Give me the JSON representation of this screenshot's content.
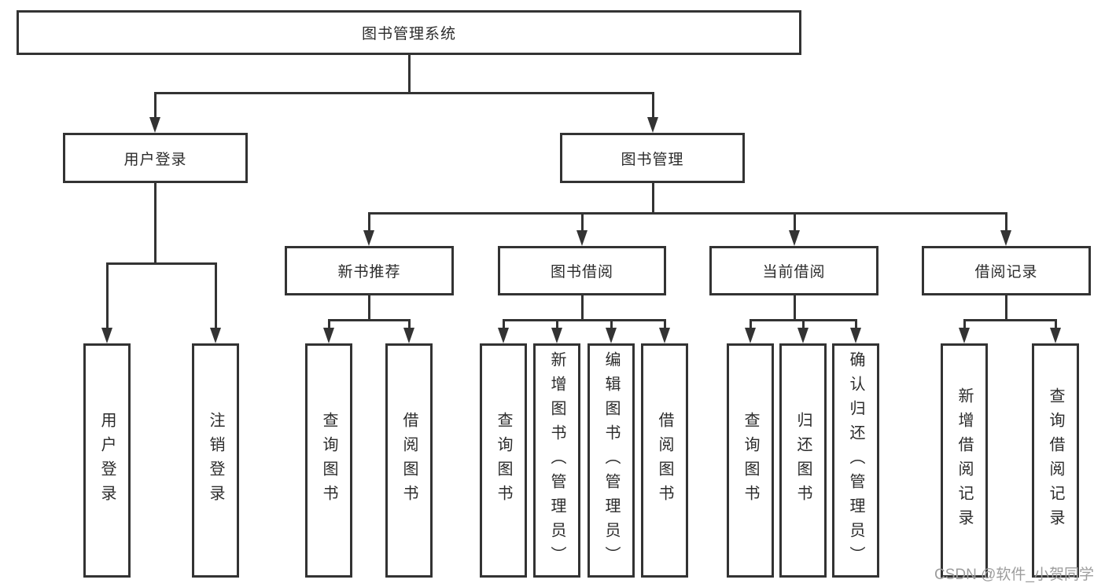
{
  "nodes": {
    "root": "图书管理系统",
    "user_login": "用户登录",
    "book_mgmt": "图书管理",
    "new_book_rec": "新书推荐",
    "book_borrow": "图书借阅",
    "current_borrow": "当前借阅",
    "borrow_record": "借阅记录"
  },
  "leaves": {
    "user_login": [
      "用户登录",
      "注销登录"
    ],
    "new_book_rec": [
      "查询图书",
      "借阅图书"
    ],
    "book_borrow": [
      "查询图书",
      "新增图书（管理员）",
      "编辑图书（管理员）",
      "借阅图书"
    ],
    "current_borrow": [
      "查询图书",
      "归还图书",
      "确认归还（管理员）"
    ],
    "borrow_record": [
      "新增借阅记录",
      "查询借阅记录"
    ]
  },
  "watermark": "CSDN @软件_小贺同学",
  "colors": {
    "line": "#333333",
    "text": "#2b2b2b",
    "watermark": "#9d9d9d",
    "background": "#ffffff"
  }
}
